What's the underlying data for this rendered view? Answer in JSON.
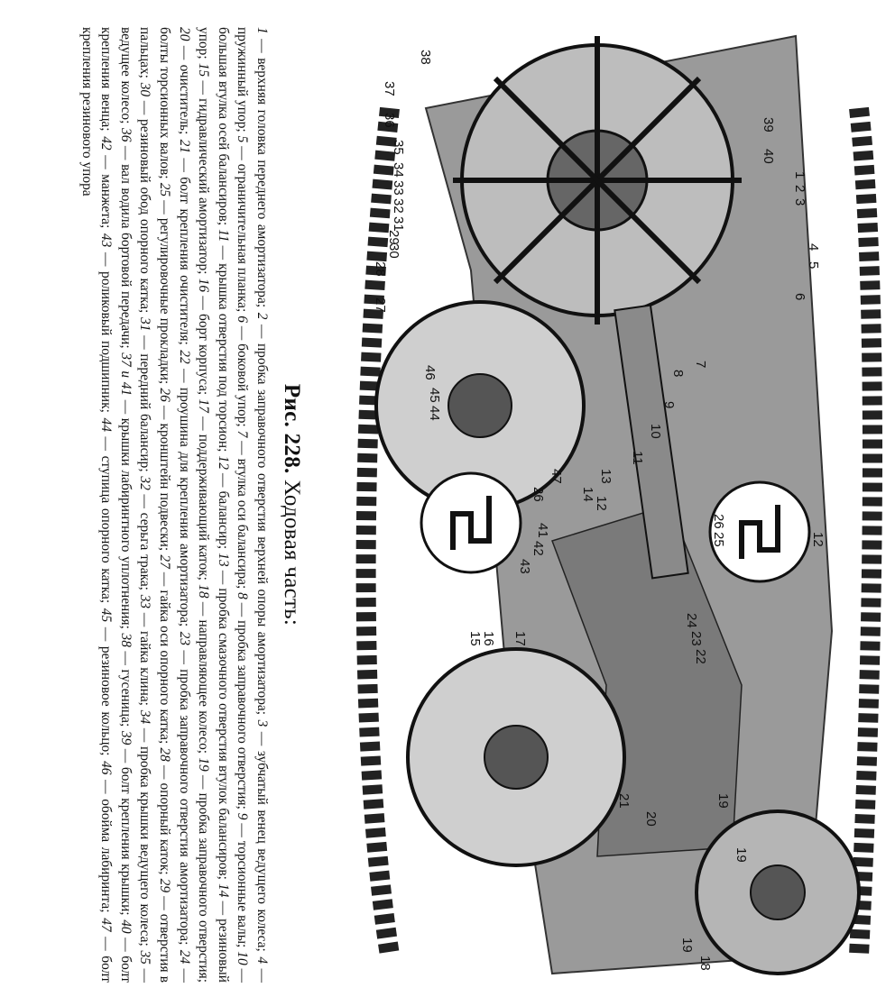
{
  "figure": {
    "number": "Рис. 228.",
    "title": "Ходовая часть:"
  },
  "legend": [
    {
      "n": "1",
      "text": "верхняя головка переднего амортизатора;"
    },
    {
      "n": "2",
      "text": "пробка заправочного отверстия верхней опоры амортизатора;"
    },
    {
      "n": "3",
      "text": "зубчатый венец ведущего колеса;"
    },
    {
      "n": "4",
      "text": "пружинный упор;"
    },
    {
      "n": "5",
      "text": "ограничительная планка;"
    },
    {
      "n": "6",
      "text": "боковой упор;"
    },
    {
      "n": "7",
      "text": "втулка оси балансира;"
    },
    {
      "n": "8",
      "text": "пробка заправочного отверстия;"
    },
    {
      "n": "9",
      "text": "торсионные валы;"
    },
    {
      "n": "10",
      "text": "большая втулка осей балансиров;"
    },
    {
      "n": "11",
      "text": "крышка отверстия под торсион;"
    },
    {
      "n": "12",
      "text": "балансир;"
    },
    {
      "n": "13",
      "text": "пробка смазочного отверстия втулок балансиров;"
    },
    {
      "n": "14",
      "text": "резиновый упор;"
    },
    {
      "n": "15",
      "text": "гидравлический амортизатор;"
    },
    {
      "n": "16",
      "text": "борт корпуса;"
    },
    {
      "n": "17",
      "text": "поддерживающий каток;"
    },
    {
      "n": "18",
      "text": "направляющее колесо;"
    },
    {
      "n": "19",
      "text": "пробка заправочного отверстия;"
    },
    {
      "n": "20",
      "text": "очиститель;"
    },
    {
      "n": "21",
      "text": "болт крепления очистителя;"
    },
    {
      "n": "22",
      "text": "проушина для крепления амортизатора;"
    },
    {
      "n": "23",
      "text": "пробка заправочного отверстия амортизатора;"
    },
    {
      "n": "24",
      "text": "болты торсионных валов;"
    },
    {
      "n": "25",
      "text": "регулировочные прокладки;"
    },
    {
      "n": "26",
      "text": "кронштейн подвески;"
    },
    {
      "n": "27",
      "text": "гайка оси опорного катка;"
    },
    {
      "n": "28",
      "text": "опорный каток;"
    },
    {
      "n": "29",
      "text": "отверстия в пальцах;"
    },
    {
      "n": "30",
      "text": "резиновый обод опорного катка;"
    },
    {
      "n": "31",
      "text": "передний балансир;"
    },
    {
      "n": "32",
      "text": "серьга трака;"
    },
    {
      "n": "33",
      "text": "гайка клина;"
    },
    {
      "n": "34",
      "text": "пробка крышки ведущего колеса;"
    },
    {
      "n": "35",
      "text": "ведущее колесо;"
    },
    {
      "n": "36",
      "text": "вал водила бортовой передачи;"
    },
    {
      "n": "37 и 41",
      "text": "крышки лабиринтного уплотнения;"
    },
    {
      "n": "38",
      "text": "гусеница;"
    },
    {
      "n": "39",
      "text": "болт крепления крышки;"
    },
    {
      "n": "40",
      "text": "болт крепления венца;"
    },
    {
      "n": "42",
      "text": "манжета;"
    },
    {
      "n": "43",
      "text": "роликовый подшипник;"
    },
    {
      "n": "44",
      "text": "ступица опорного катка;"
    },
    {
      "n": "45",
      "text": "резиновое кольцо;"
    },
    {
      "n": "46",
      "text": "обойма лабиринта;"
    },
    {
      "n": "47",
      "text": "болт крепления резинового упора"
    }
  ],
  "callouts": [
    "1",
    "2",
    "3",
    "4",
    "5",
    "6",
    "7",
    "8",
    "9",
    "10",
    "11",
    "12",
    "12",
    "13",
    "14",
    "15",
    "16",
    "17",
    "18",
    "19",
    "19",
    "19",
    "20",
    "21",
    "22",
    "23",
    "24",
    "25",
    "26",
    "26",
    "27",
    "28",
    "29",
    "30",
    "31",
    "32",
    "33",
    "34",
    "35",
    "36",
    "37",
    "38",
    "39",
    "40",
    "41",
    "42",
    "43",
    "44",
    "45",
    "46",
    "47"
  ]
}
